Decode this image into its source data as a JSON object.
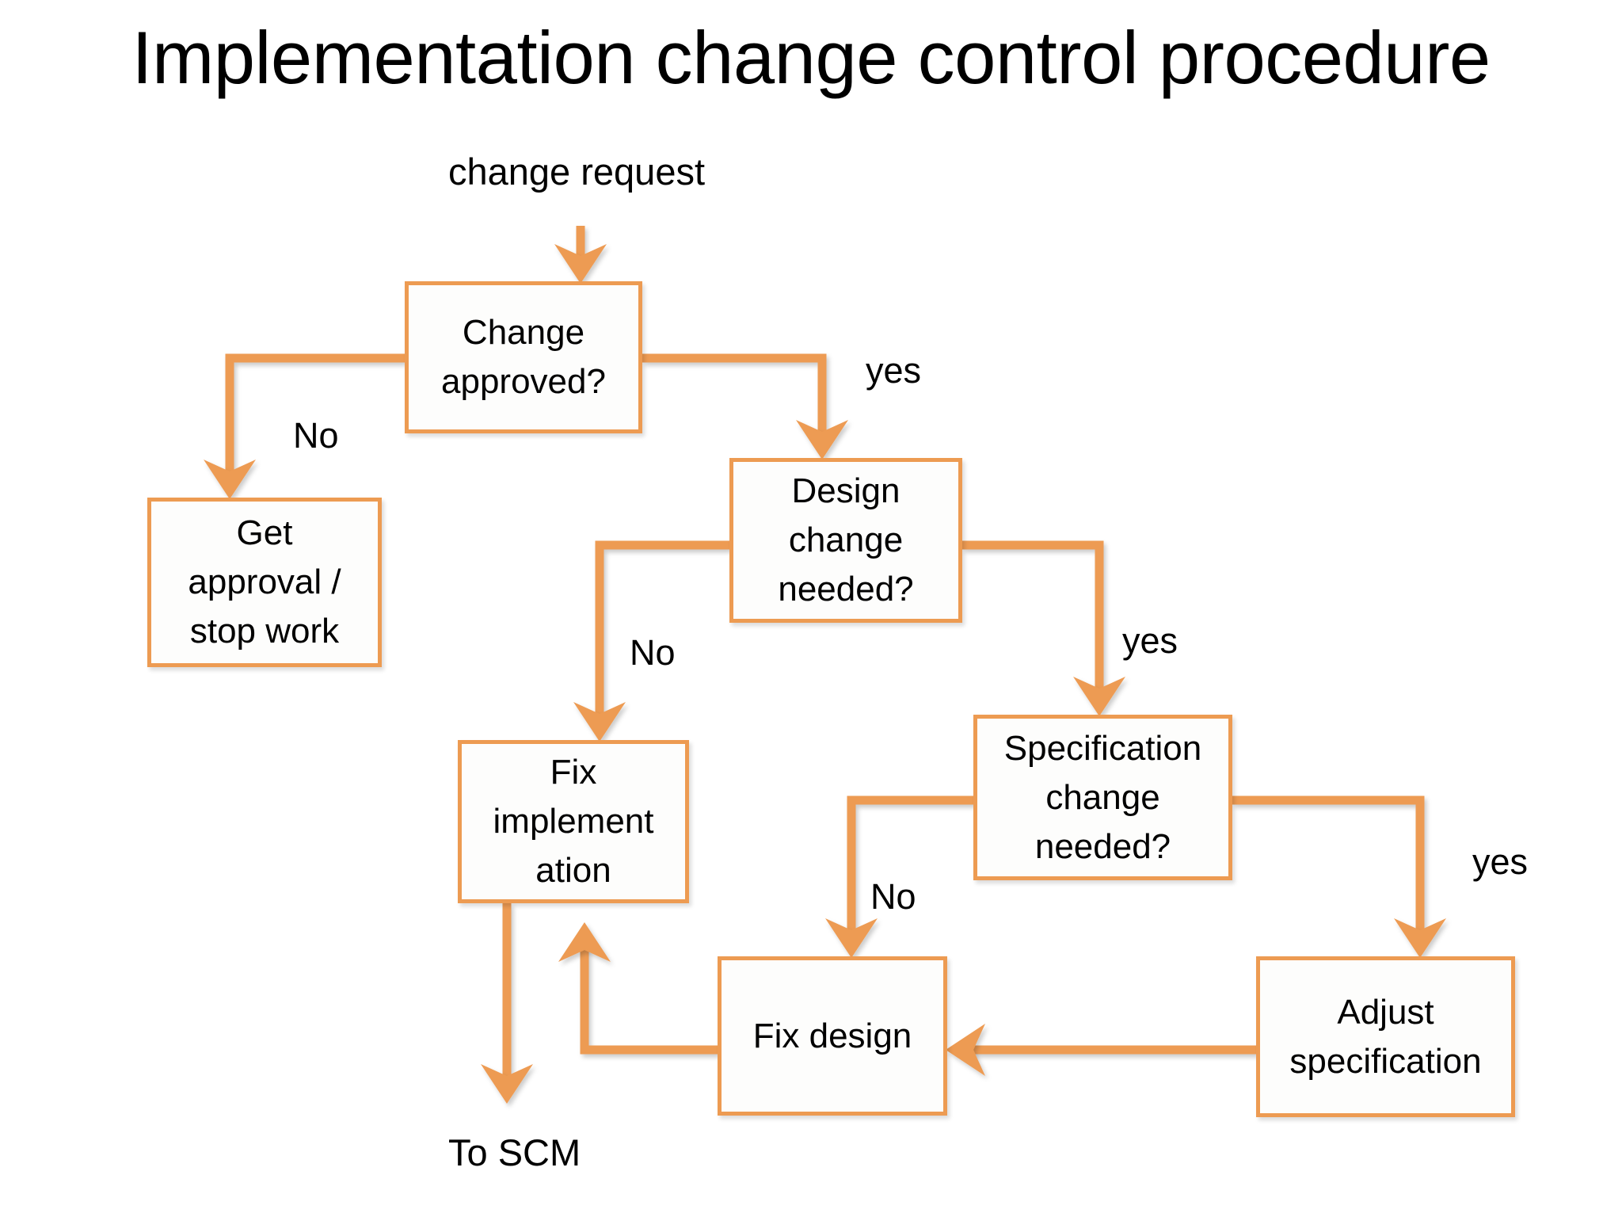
{
  "title": "Implementation change control procedure",
  "colors": {
    "connector": "#ED9B52",
    "node_border": "#ED9B52",
    "node_fill": "#FDFDFC",
    "text": "#000000",
    "background": "#FFFFFF"
  },
  "entry_label": "change request",
  "exit_label": "To SCM",
  "nodes": [
    {
      "id": "change-approved",
      "label": "Change\napproved?",
      "type": "decision"
    },
    {
      "id": "get-approval",
      "label": "Get\napproval /\nstop work",
      "type": "process"
    },
    {
      "id": "design-change",
      "label": "Design\nchange\nneeded?",
      "type": "decision"
    },
    {
      "id": "fix-implementation",
      "label": "Fix\nimplement\nation",
      "type": "process"
    },
    {
      "id": "specification-change",
      "label": "Specification\nchange\nneeded?",
      "type": "decision"
    },
    {
      "id": "fix-design",
      "label": "Fix design",
      "type": "process"
    },
    {
      "id": "adjust-specification",
      "label": "Adjust\nspecification",
      "type": "process"
    }
  ],
  "edge_labels": {
    "no_1": "No",
    "yes_1": "yes",
    "no_2": "No",
    "yes_2": "yes",
    "no_3": "No",
    "yes_3": "yes"
  },
  "edges": [
    {
      "from": "change-request",
      "to": "change-approved",
      "label": ""
    },
    {
      "from": "change-approved",
      "to": "get-approval",
      "label": "No"
    },
    {
      "from": "change-approved",
      "to": "design-change",
      "label": "yes"
    },
    {
      "from": "design-change",
      "to": "fix-implementation",
      "label": "No"
    },
    {
      "from": "design-change",
      "to": "specification-change",
      "label": "yes"
    },
    {
      "from": "specification-change",
      "to": "fix-design",
      "label": "No"
    },
    {
      "from": "specification-change",
      "to": "adjust-specification",
      "label": "yes"
    },
    {
      "from": "adjust-specification",
      "to": "fix-design",
      "label": ""
    },
    {
      "from": "fix-design",
      "to": "fix-implementation",
      "label": ""
    },
    {
      "from": "fix-implementation",
      "to": "To SCM",
      "label": ""
    }
  ]
}
